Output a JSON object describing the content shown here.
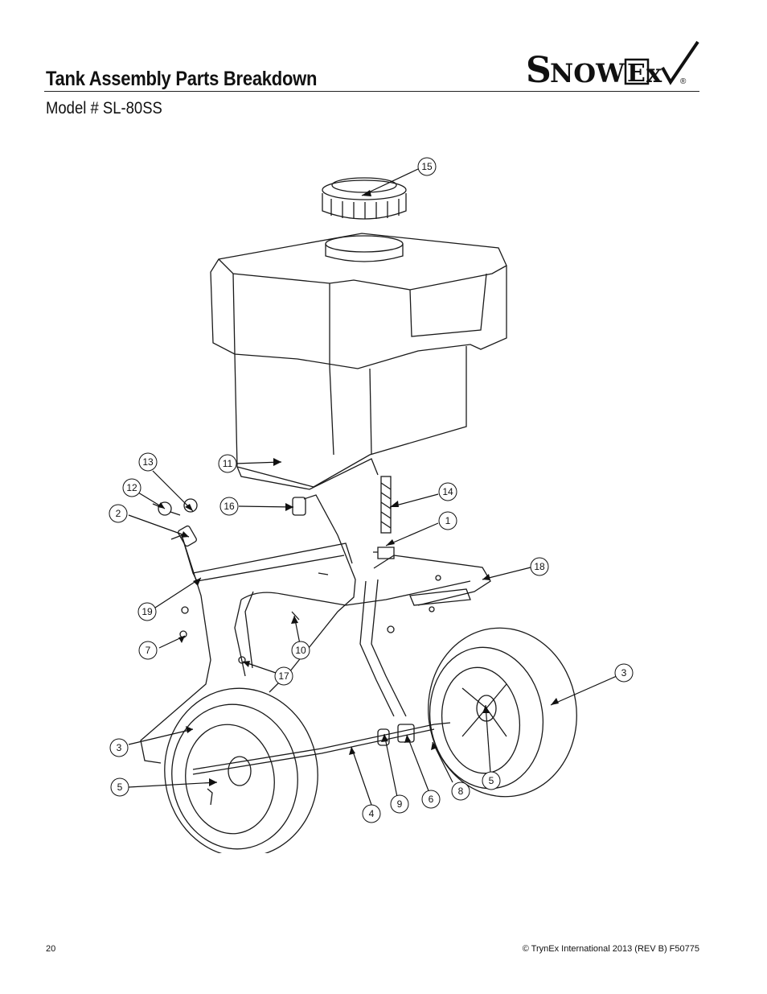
{
  "header": {
    "title": "Tank Assembly Parts Breakdown",
    "subtitle": "Model # SL-80SS",
    "brand": "SnowEx"
  },
  "callouts": [
    "15",
    "11",
    "13",
    "12",
    "2",
    "16",
    "14",
    "1",
    "18",
    "19",
    "7",
    "10",
    "17",
    "3",
    "3",
    "5",
    "5",
    "4",
    "9",
    "6",
    "8"
  ],
  "footer": {
    "page_number": "20",
    "copyright": "© TrynEx International 2013 (REV B) F50775"
  },
  "icons": [
    "snowex-logo-icon",
    "checkmark-icon"
  ]
}
